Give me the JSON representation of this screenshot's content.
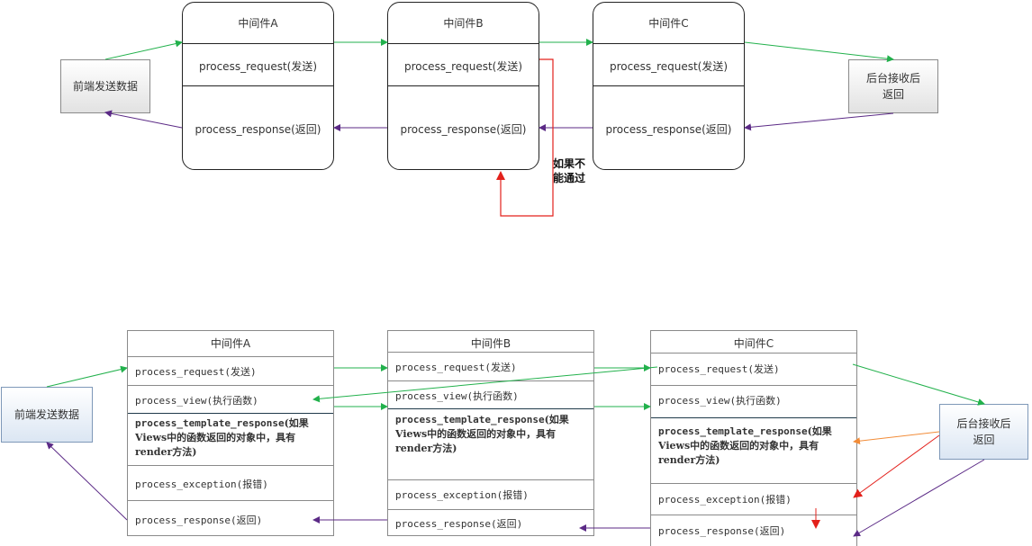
{
  "top": {
    "frontend": "前端发送数据",
    "backend": "后台接收后返回",
    "condition_note": "如果不能通过",
    "middlewares": [
      {
        "title": "中间件A",
        "request": "process_request(发送)",
        "response": "process_response(返回)"
      },
      {
        "title": "中间件B",
        "request": "process_request(发送)",
        "response": "process_response(返回)"
      },
      {
        "title": "中间件C",
        "request": "process_request(发送)",
        "response": "process_response(返回)"
      }
    ]
  },
  "bottom": {
    "frontend": "前端发送数据",
    "backend": "后台接收后返回",
    "middlewares": [
      {
        "title": "中间件A",
        "request": "process_request(发送)",
        "view": "process_view(执行函数)",
        "template_name": "process_template_response",
        "template_desc": "(如果Views中的函数返回的对象中，具有render方法)",
        "exception": "process_exception(报错)",
        "response": "process_response(返回)"
      },
      {
        "title": "中间件B",
        "request": "process_request(发送)",
        "view": "process_view(执行函数)",
        "template_name": "process_template_response",
        "template_desc": "(如果Views中的函数返回的对象中，具有render方法)",
        "exception": "process_exception(报错)",
        "response": "process_response(返回)"
      },
      {
        "title": "中间件C",
        "request": "process_request(发送)",
        "view": "process_view(执行函数)",
        "template_name": "process_template_response",
        "template_desc": "(如果Views中的函数返回的对象中，具有render方法)",
        "exception": "process_exception(报错)",
        "response": "process_response(返回)"
      }
    ]
  },
  "colors": {
    "request_arrow": "#22b14c",
    "response_arrow": "#5b2a86",
    "reject_arrow": "#e3201b",
    "template_arrow": "#f28c38"
  }
}
